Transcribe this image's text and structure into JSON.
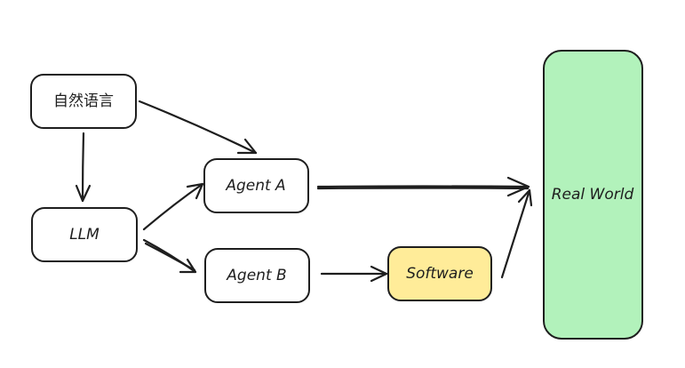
{
  "nodes": {
    "natural_language": {
      "label": "自然语言",
      "fill": "#ffffff"
    },
    "llm": {
      "label": "LLM",
      "fill": "#ffffff"
    },
    "agent_a": {
      "label": "Agent A",
      "fill": "#ffffff"
    },
    "agent_b": {
      "label": "Agent B",
      "fill": "#ffffff"
    },
    "software": {
      "label": "Software",
      "fill": "#ffec99"
    },
    "real_world": {
      "label": "Real World",
      "fill": "#b2f2bb"
    }
  },
  "edges": [
    {
      "from": "natural_language",
      "to": "llm"
    },
    {
      "from": "natural_language",
      "to": "agent_a"
    },
    {
      "from": "llm",
      "to": "agent_a"
    },
    {
      "from": "llm",
      "to": "agent_b"
    },
    {
      "from": "agent_a",
      "to": "real_world"
    },
    {
      "from": "agent_b",
      "to": "software"
    },
    {
      "from": "software",
      "to": "real_world"
    }
  ],
  "colors": {
    "stroke": "#1e1e1e",
    "background": "#ffffff"
  }
}
